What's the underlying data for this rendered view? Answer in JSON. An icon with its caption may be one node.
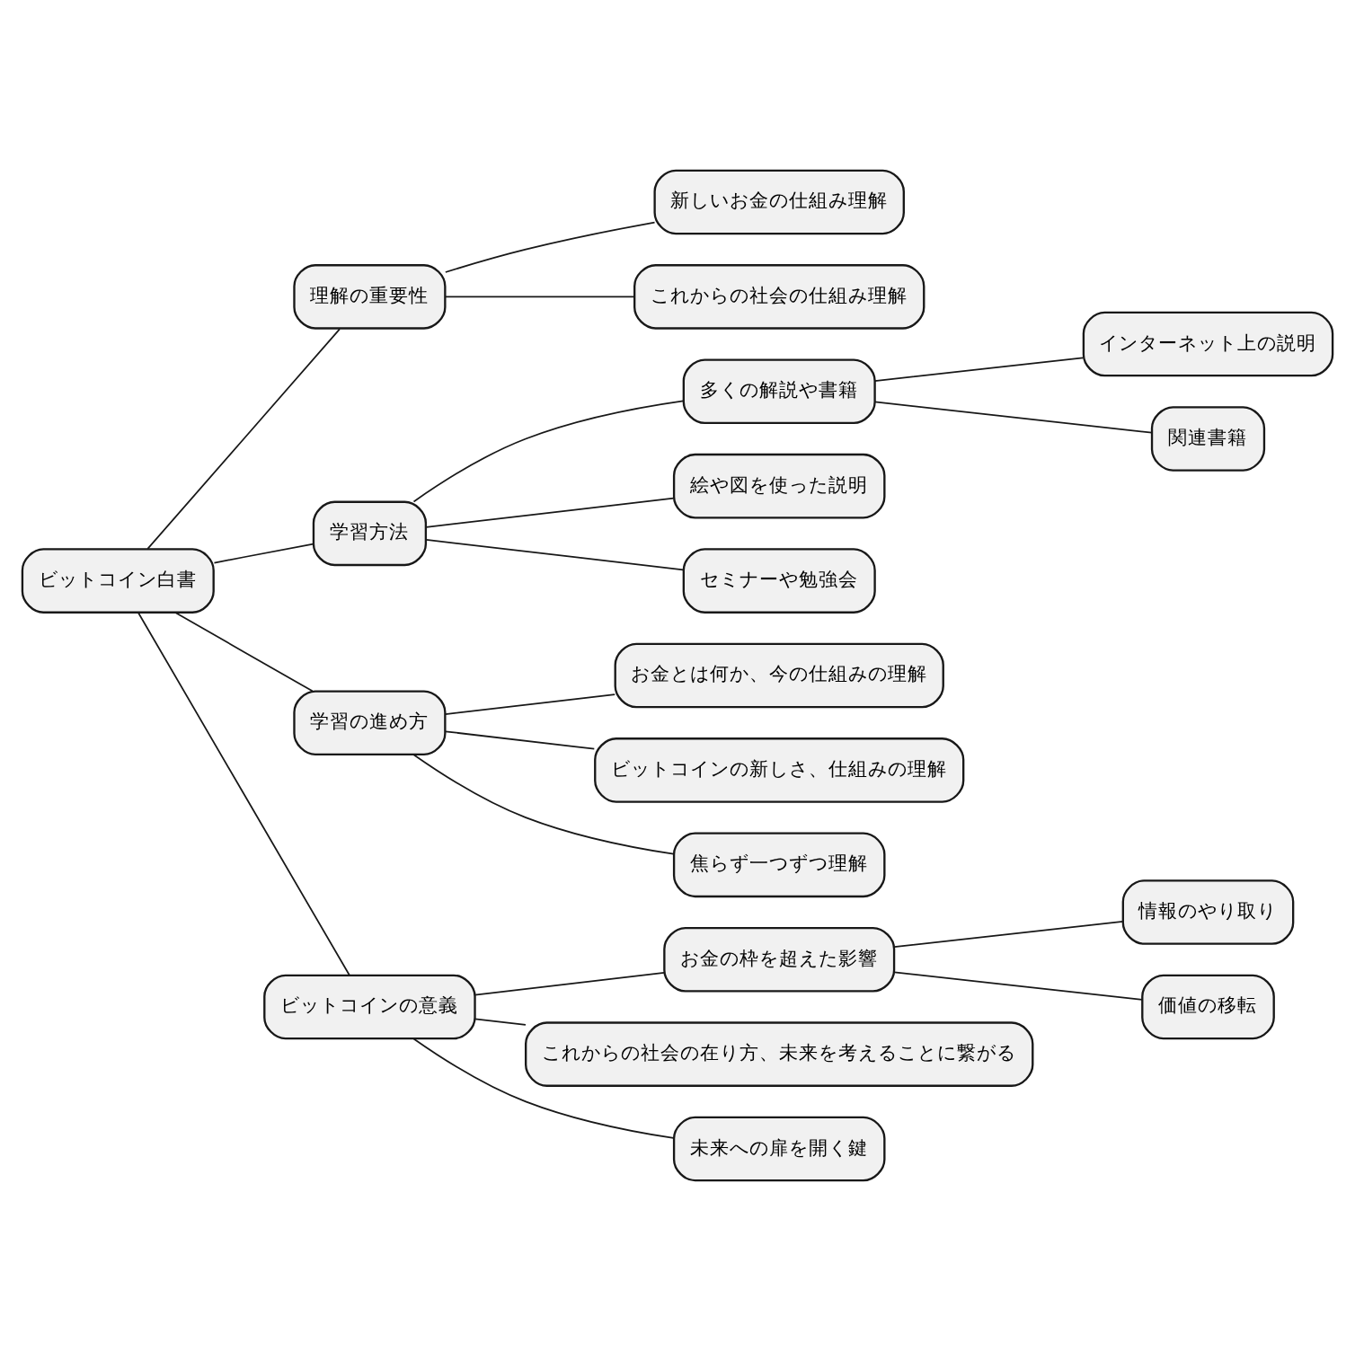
{
  "diagram": {
    "nodes": [
      {
        "text": [
          "ビットコイン白書"
        ]
      },
      {
        "text": [
          "理解の重要性"
        ]
      },
      {
        "text": [
          "新しいお金の仕組み理解"
        ]
      },
      {
        "text": [
          "これからの社会の仕組み理解"
        ]
      },
      {
        "text": [
          "学習方法"
        ]
      },
      {
        "text": [
          "多くの解説や書籍"
        ]
      },
      {
        "text": [
          "インターネット上の説明"
        ]
      },
      {
        "text": [
          "関連書籍"
        ]
      },
      {
        "text": [
          "絵や図を使った説明"
        ]
      },
      {
        "text": [
          "セミナーや勉強会"
        ]
      },
      {
        "text": [
          "学習の進め方"
        ]
      },
      {
        "text": [
          "お金とは何か、今の仕組みの理解"
        ]
      },
      {
        "text": [
          "ビットコインの新しさ、仕組みの理解"
        ]
      },
      {
        "text": [
          "焦らず一つずつ理解"
        ]
      },
      {
        "text": [
          "ビットコインの意義"
        ]
      },
      {
        "text": [
          "お金の枠を超えた影響"
        ]
      },
      {
        "text": [
          "情報のやり取り"
        ]
      },
      {
        "text": [
          "価値の移転"
        ]
      },
      {
        "text": [
          "これからの社会の在り方、未来を考えることに繋がる"
        ]
      },
      {
        "text": [
          "未来への扉を開く鍵"
        ]
      }
    ],
    "edges": [
      {
        "from": 0,
        "to": 1,
        "arrow": "none"
      },
      {
        "from": 1,
        "to": 2,
        "arrow": "none"
      },
      {
        "from": 1,
        "to": 3,
        "arrow": "none"
      },
      {
        "from": 0,
        "to": 4,
        "arrow": "none"
      },
      {
        "from": 4,
        "to": 5,
        "arrow": "none"
      },
      {
        "from": 5,
        "to": 6,
        "arrow": "none"
      },
      {
        "from": 5,
        "to": 7,
        "arrow": "none"
      },
      {
        "from": 4,
        "to": 8,
        "arrow": "none"
      },
      {
        "from": 4,
        "to": 9,
        "arrow": "none"
      },
      {
        "from": 0,
        "to": 10,
        "arrow": "none"
      },
      {
        "from": 10,
        "to": 11,
        "arrow": "none"
      },
      {
        "from": 10,
        "to": 12,
        "arrow": "none"
      },
      {
        "from": 10,
        "to": 13,
        "arrow": "none"
      },
      {
        "from": 0,
        "to": 14,
        "arrow": "none"
      },
      {
        "from": 14,
        "to": 15,
        "arrow": "none"
      },
      {
        "from": 15,
        "to": 16,
        "arrow": "none"
      },
      {
        "from": 15,
        "to": 17,
        "arrow": "none"
      },
      {
        "from": 14,
        "to": 18,
        "arrow": "none"
      },
      {
        "from": 14,
        "to": 19,
        "arrow": "none"
      }
    ]
  }
}
